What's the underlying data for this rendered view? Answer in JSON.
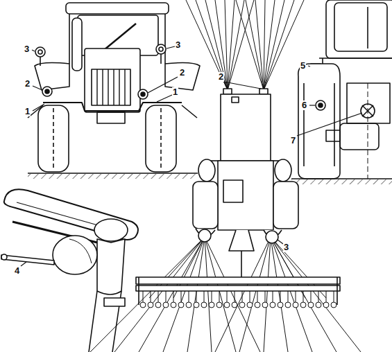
{
  "diagram": {
    "labels": [
      "3",
      "3",
      "2",
      "2",
      "1",
      "1",
      "2",
      "3",
      "5",
      "6",
      "7",
      "4"
    ]
  }
}
